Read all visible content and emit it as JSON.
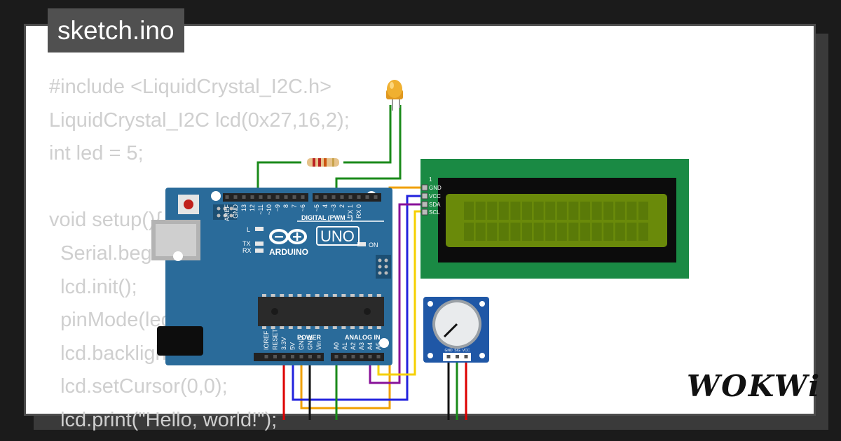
{
  "tab": {
    "title": "sketch.ino"
  },
  "code_lines": [
    "#include <LiquidCrystal_I2C.h>",
    "LiquidCrystal_I2C lcd(0x27,16,2);",
    "int led = 5;",
    "",
    "void setup(){",
    "  Serial.begin(9600);",
    "  lcd.init();",
    "  pinMode(led, OUTPUT);",
    "  lcd.backlight();",
    "  lcd.setCursor(0,0);",
    "  lcd.print(\"Hello, world!\");"
  ],
  "board": {
    "brand": "ARDUINO",
    "model": "UNO",
    "header_digital": "DIGITAL (PWM ~)",
    "header_power": "POWER",
    "header_analog": "ANALOG IN",
    "label_on": "ON",
    "label_l": "L",
    "label_tx": "TX",
    "label_rx": "RX",
    "digital_pins": [
      "AREF",
      "GND",
      "13",
      "12",
      "~11",
      "~10",
      "~9",
      "8",
      "7",
      "~6",
      "~5",
      "4",
      "~3",
      "2",
      "TX 1",
      "RX 0"
    ],
    "power_pins": [
      "IOREF",
      "RESET",
      "3.3V",
      "5V",
      "GND",
      "GND",
      "Vin"
    ],
    "analog_pins": [
      "A0",
      "A1",
      "A2",
      "A3",
      "A4",
      "A5"
    ]
  },
  "lcd": {
    "pins": [
      "1",
      "GND",
      "VCC",
      "SDA",
      "SCL"
    ]
  },
  "potentiometer": {
    "pins": [
      "GND",
      "SIG",
      "VCC"
    ]
  },
  "logo": {
    "text": "WOKWi"
  },
  "colors": {
    "board": "#2a6b9a",
    "lcd_pcb": "#1a8a44",
    "lcd_screen": "#6a8a0a",
    "wire_green": "#1a8a1a",
    "wire_orange": "#f0a000",
    "wire_blue": "#2222dd",
    "wire_purple": "#881199",
    "wire_yellow": "#f6d000",
    "wire_red": "#dd0000"
  }
}
